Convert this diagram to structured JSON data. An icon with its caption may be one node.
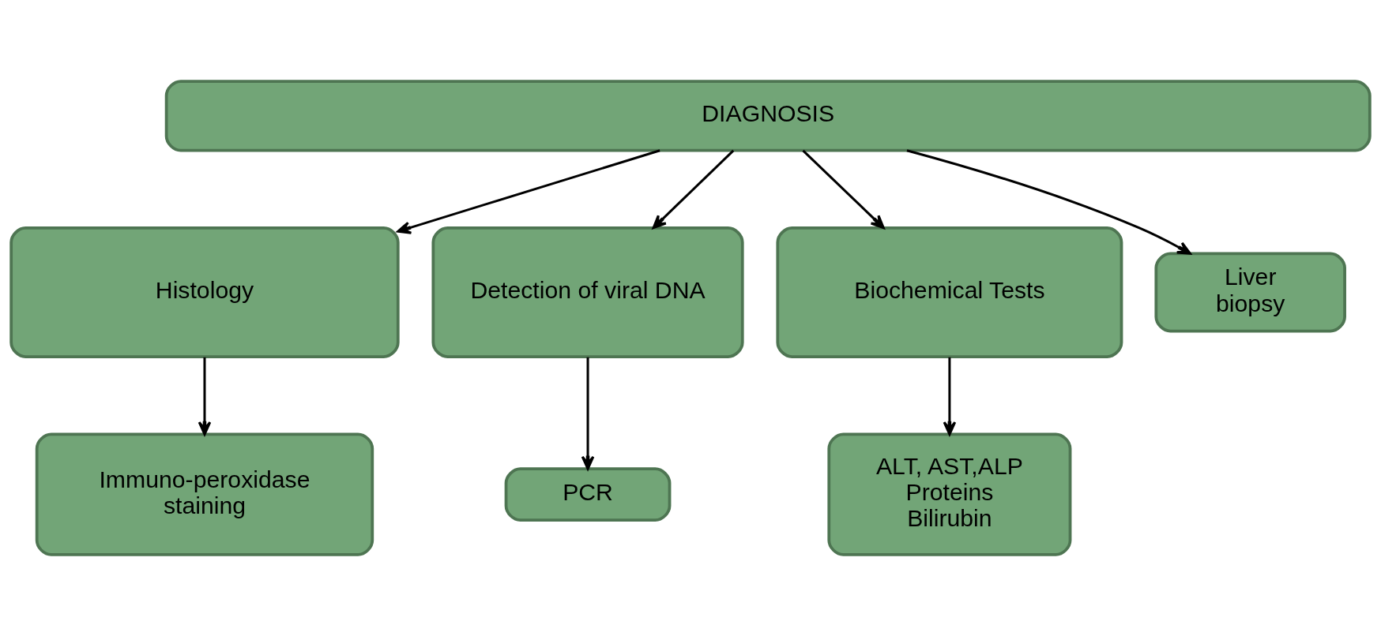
{
  "diagram": {
    "nodes": [
      {
        "text": [
          "DIAGNOSIS"
        ]
      },
      {
        "text": [
          "Liver biopsy"
        ]
      },
      {
        "text": [
          "Histology"
        ]
      },
      {
        "text": [
          "Detection of viral DNA"
        ]
      },
      {
        "text": [
          "Biochemical Tests"
        ]
      },
      {
        "text": [
          "Immuno-peroxidase staining"
        ]
      },
      {
        "text": [
          "PCR"
        ]
      },
      {
        "text": [
          "ALT, AST,ALP Proteins Bilirubin"
        ]
      }
    ],
    "edges": [
      {
        "from": 0,
        "to": 2,
        "arrow": "to"
      },
      {
        "from": 0,
        "to": 3,
        "arrow": "to"
      },
      {
        "from": 0,
        "to": 4,
        "arrow": "to"
      },
      {
        "from": 0,
        "to": 1,
        "arrow": "to"
      },
      {
        "from": 2,
        "to": 5,
        "arrow": "to"
      },
      {
        "from": 3,
        "to": 6,
        "arrow": "to"
      },
      {
        "from": 4,
        "to": 7,
        "arrow": "to"
      }
    ]
  }
}
